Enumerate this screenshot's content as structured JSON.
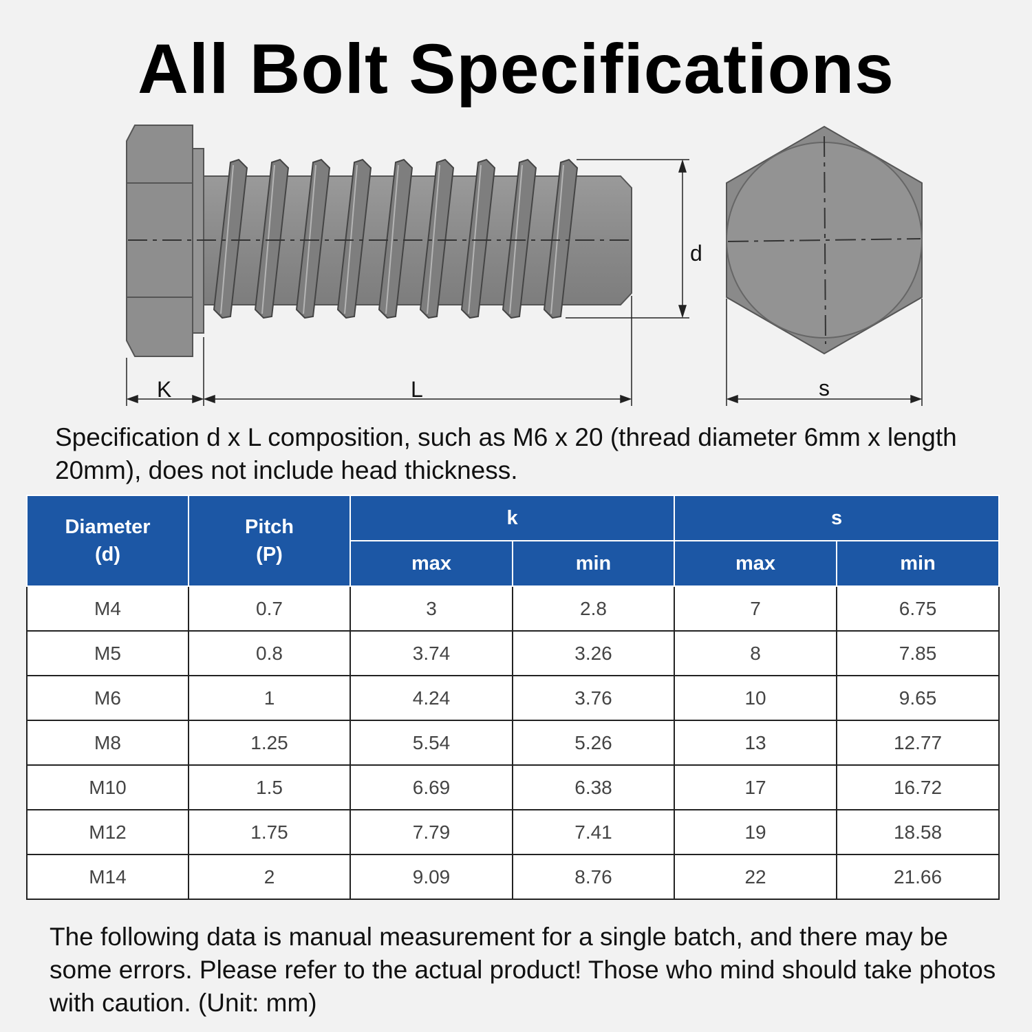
{
  "title": "All Bolt Specifications",
  "diagram": {
    "label_d": "d",
    "label_k": "K",
    "label_l": "L",
    "label_s": "s"
  },
  "spec_note": "Specification d x L composition, such as M6 x 20 (thread diameter 6mm x length 20mm), does not include head thickness.",
  "table": {
    "header": {
      "diameter_line1": "Diameter",
      "diameter_line2": "(d)",
      "pitch_line1": "Pitch",
      "pitch_line2": "(P)",
      "k": "k",
      "s": "s",
      "max": "max",
      "min": "min"
    },
    "rows": [
      [
        "M4",
        "0.7",
        "3",
        "2.8",
        "7",
        "6.75"
      ],
      [
        "M5",
        "0.8",
        "3.74",
        "3.26",
        "8",
        "7.85"
      ],
      [
        "M6",
        "1",
        "4.24",
        "3.76",
        "10",
        "9.65"
      ],
      [
        "M8",
        "1.25",
        "5.54",
        "5.26",
        "13",
        "12.77"
      ],
      [
        "M10",
        "1.5",
        "6.69",
        "6.38",
        "17",
        "16.72"
      ],
      [
        "M12",
        "1.75",
        "7.79",
        "7.41",
        "19",
        "18.58"
      ],
      [
        "M14",
        "2",
        "9.09",
        "8.76",
        "22",
        "21.66"
      ]
    ]
  },
  "footer_note": "The following data is manual measurement for a single batch, and there may be some errors. Please refer to the actual product! Those who mind should take photos with caution. (Unit: mm)"
}
